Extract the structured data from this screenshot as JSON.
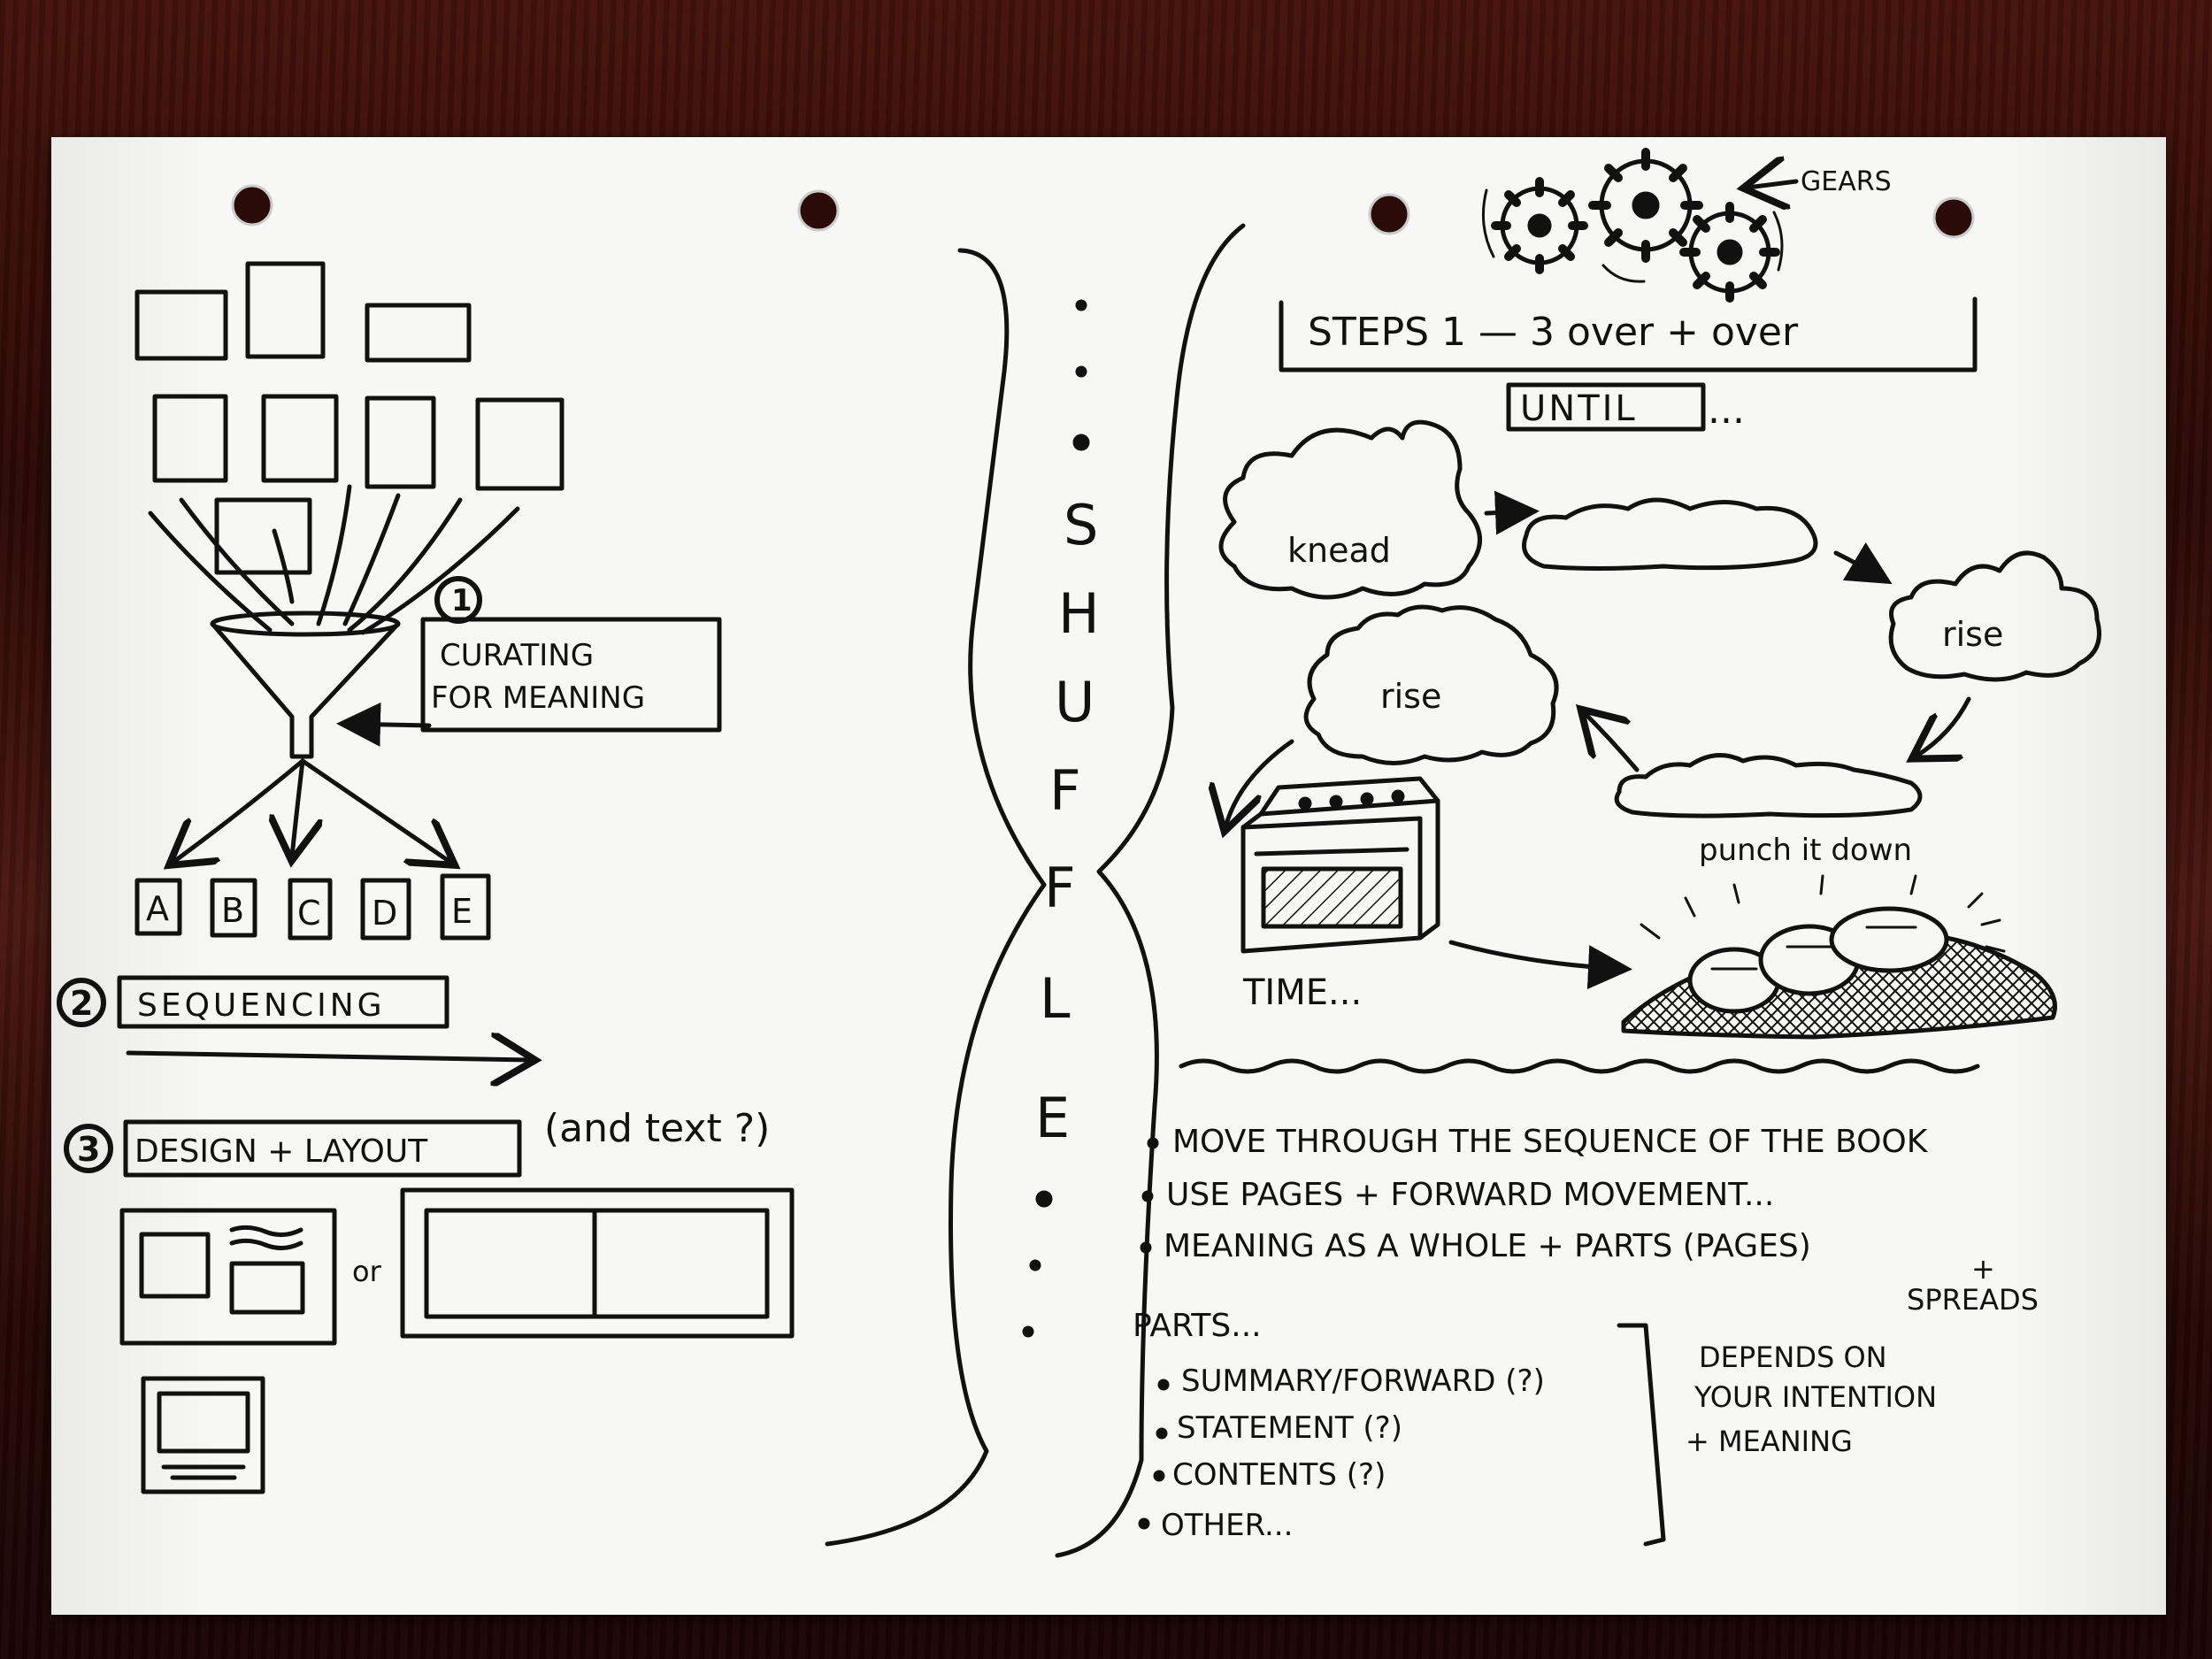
{
  "left": {
    "step1_number": "1",
    "curating_line1": "CURATING",
    "curating_line2": "FOR MEANING",
    "letters": [
      "A",
      "B",
      "C",
      "D",
      "E"
    ],
    "step2_number": "2",
    "sequencing": "SEQUENCING",
    "step3_number": "3",
    "design_layout": "DESIGN + LAYOUT",
    "and_text": "(and text ?)",
    "or": "or"
  },
  "center": {
    "shuffle_letters": [
      "S",
      "H",
      "U",
      "F",
      "F",
      "L",
      "E"
    ]
  },
  "right": {
    "gears_label": "GEARS",
    "steps_box": "STEPS 1 — 3 over + over",
    "until": "UNTIL",
    "until_dots": "...",
    "knead": "knead",
    "rise_right": "rise",
    "rise_left": "rise",
    "punch": "punch it down",
    "time": "TIME...",
    "bullets": [
      "MOVE THROUGH THE SEQUENCE OF THE BOOK",
      "USE PAGES + FORWARD MOVEMENT...",
      "MEANING AS A WHOLE + PARTS (PAGES)"
    ],
    "spreads_plus": "+",
    "spreads": "SPREADS",
    "parts_heading": "PARTS...",
    "parts_items": [
      "SUMMARY/FORWARD (?)",
      "STATEMENT (?)",
      "CONTENTS (?)",
      "OTHER..."
    ],
    "depends": [
      "DEPENDS ON",
      "YOUR INTENTION",
      "+ MEANING"
    ]
  }
}
